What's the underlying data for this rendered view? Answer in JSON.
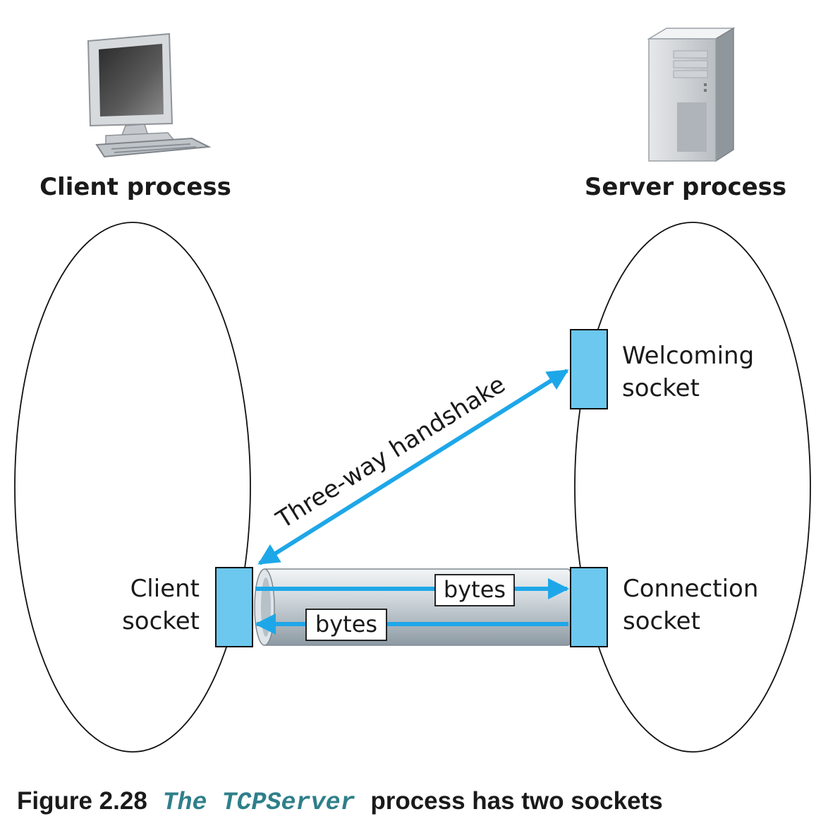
{
  "client": {
    "title": "Client process",
    "socket_line1": "Client",
    "socket_line2": "socket"
  },
  "server": {
    "title": "Server process",
    "welcoming_line1": "Welcoming",
    "welcoming_line2": "socket",
    "connection_line1": "Connection",
    "connection_line2": "socket"
  },
  "handshake_label": "Three-way handshake",
  "bytes_to_server": "bytes",
  "bytes_to_client": "bytes",
  "caption": {
    "number": "Figure 2.28",
    "code": "The TCPServer",
    "text": "process has two sockets"
  },
  "colors": {
    "socket_fill": "#6cc8ee",
    "arrow": "#1ea7e8",
    "pipe": "#c9d1d8",
    "outline": "#111111"
  },
  "icons": [
    "desktop-computer-icon",
    "server-tower-icon"
  ]
}
